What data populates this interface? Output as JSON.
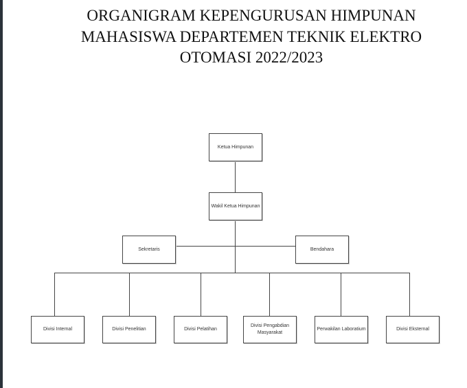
{
  "title": {
    "line1": "ORGANIGRAM KEPENGURUSAN  HIMPUNAN",
    "line2": "MAHASISWA DEPARTEMEN TEKNIK ELEKTRO",
    "line3": "OTOMASI 2022/2023"
  },
  "org": {
    "ketua": "Ketua Himpunan",
    "wakil": "Wakil Ketua Himpunan",
    "sekretaris": "Sekretaris",
    "bendahara": "Bendahara",
    "divisions": [
      "Divisi Internal",
      "Divisi Penelitian",
      "Divisi Pelatihan",
      "Divisi Pengabdian Masyarakat",
      "Perwakilan Laboratium",
      "Divisi Eksternal"
    ]
  }
}
